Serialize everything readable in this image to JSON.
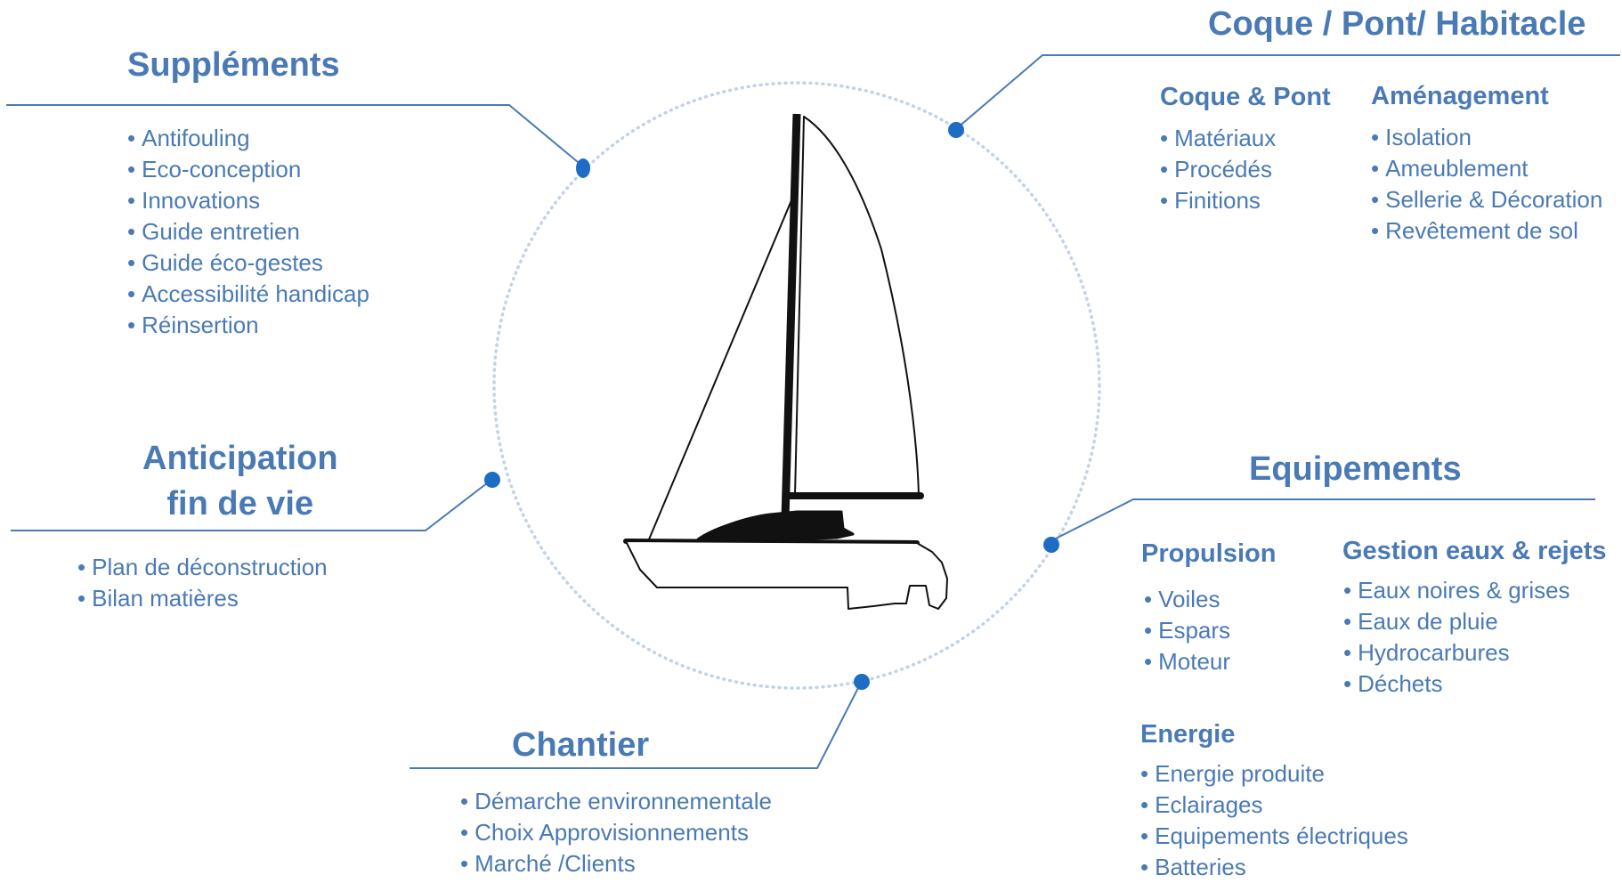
{
  "sections": {
    "supplements": {
      "title": "Suppléments",
      "items": [
        "Antifouling",
        "Eco-conception",
        "Innovations",
        "Guide entretien",
        "Guide éco-gestes",
        "Accessibilité handicap",
        "Réinsertion"
      ]
    },
    "anticipation": {
      "title_lines": [
        "Anticipation",
        "fin de vie"
      ],
      "items": [
        "Plan de déconstruction",
        "Bilan matières"
      ]
    },
    "chantier": {
      "title": "Chantier",
      "items": [
        "Démarche environnementale",
        "Choix Approvisionnements",
        "Marché /Clients"
      ]
    },
    "coque": {
      "title": "Coque / Pont/ Habitacle",
      "groups": [
        {
          "title": "Coque & Pont",
          "items": [
            "Matériaux",
            "Procédés",
            "Finitions"
          ]
        },
        {
          "title": "Aménagement",
          "items": [
            "Isolation",
            "Ameublement",
            "Sellerie & Décoration",
            "Revêtement de sol"
          ]
        }
      ]
    },
    "equipements": {
      "title": "Equipements",
      "groups": [
        {
          "title": "Propulsion",
          "items": [
            "Voiles",
            "Espars",
            "Moteur"
          ]
        },
        {
          "title": "Gestion eaux & rejets",
          "items": [
            "Eaux noires & grises",
            "Eaux de pluie",
            "Hydrocarbures",
            "Déchets"
          ]
        },
        {
          "title": "Energie",
          "items": [
            "Energie produite",
            "Eclairages",
            "Equipements électriques",
            "Batteries"
          ]
        }
      ]
    }
  },
  "colors": {
    "accent": "#4a7ab5",
    "dot": "#1f6cc4",
    "circle": "#c3d3e6",
    "boat": "#111111"
  },
  "icons": {
    "boat": "sailboat-icon"
  }
}
